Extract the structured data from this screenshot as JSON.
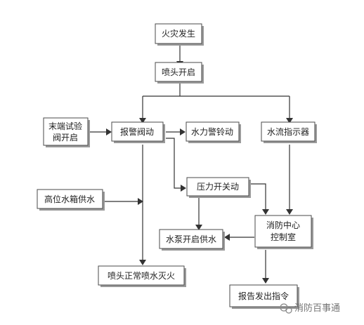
{
  "nodes": {
    "fire": "火灾发生",
    "sprinkler_open": "喷头开启",
    "end_test_valve_line1": "末端试验",
    "end_test_valve_line2": "阀开启",
    "alarm_valve": "报警阀动",
    "water_gong": "水力警铃动",
    "flow_indicator": "水流指示器",
    "high_tank": "高位水箱供水",
    "pressure_switch": "压力开关动",
    "control_center_line1": "消防中心",
    "control_center_line2": "控制室",
    "pump_start": "水泵开启供水",
    "spray_extinguish": "喷头正常喷水灭火",
    "report": "报告发出指令"
  },
  "watermark": "消防百事通"
}
